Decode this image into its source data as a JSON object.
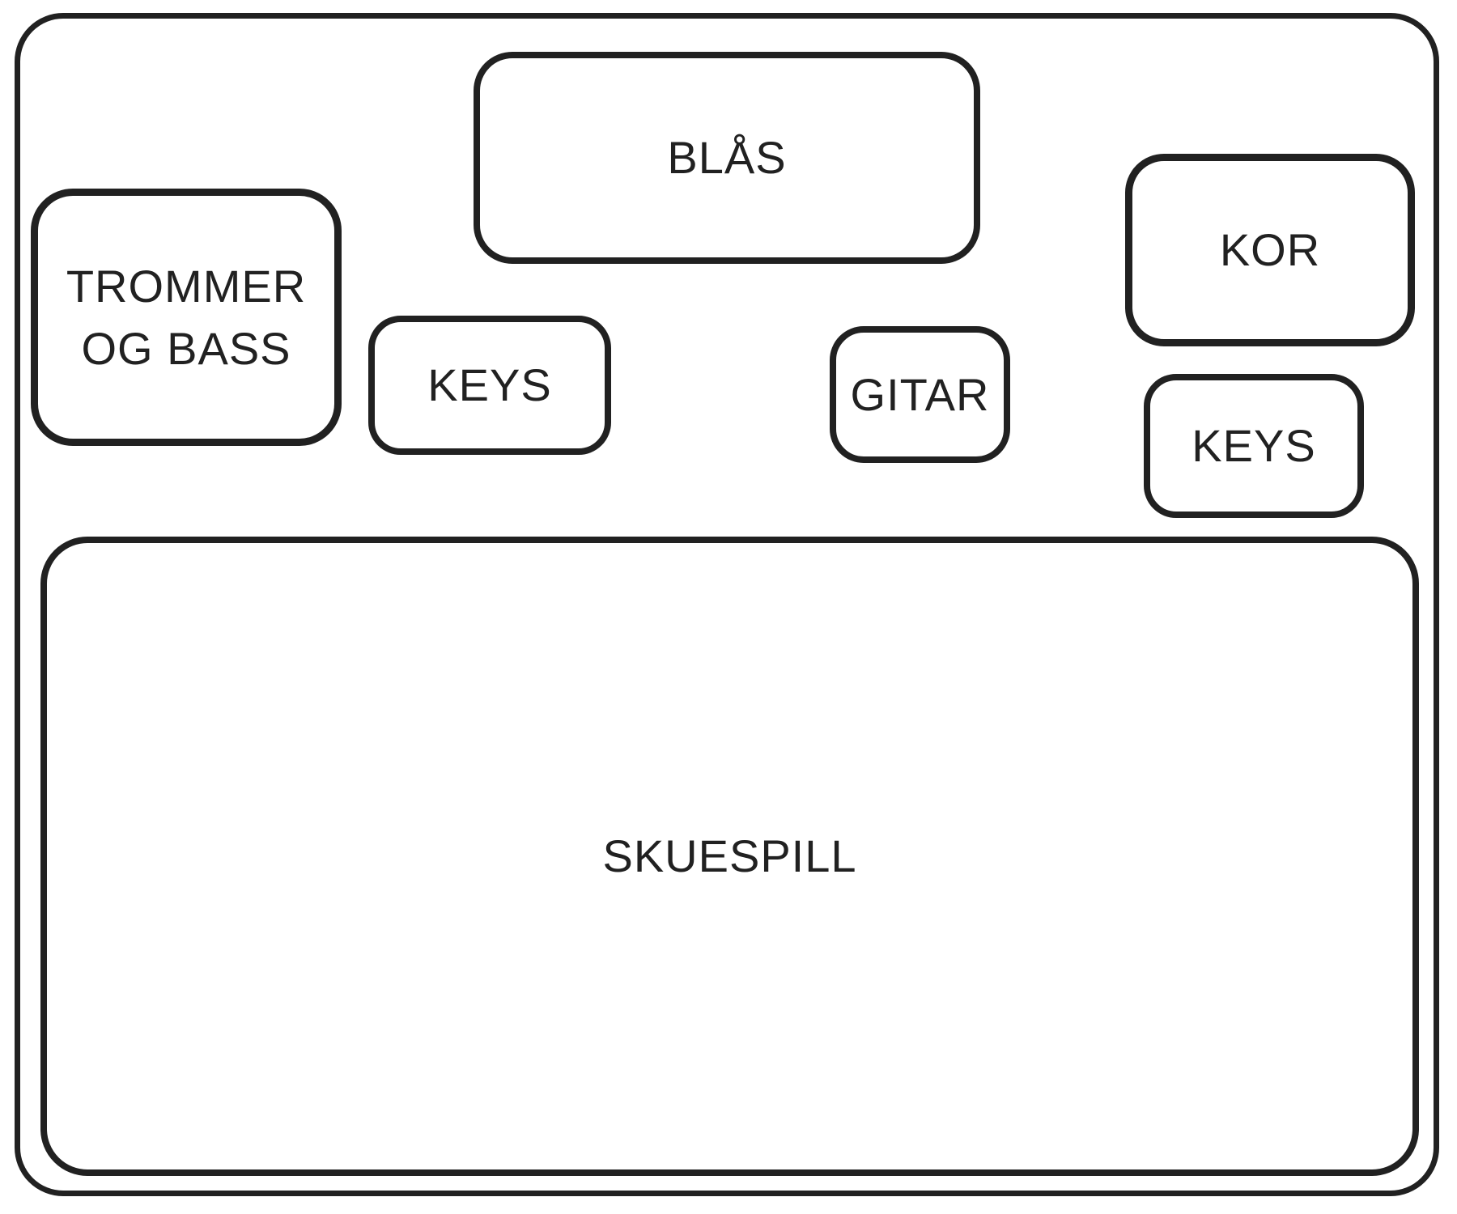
{
  "stage": {
    "colors": {
      "stroke": "#212121",
      "background": "#ffffff"
    },
    "areas": {
      "blas": {
        "label": "BLÅS"
      },
      "trommer_og_bass": {
        "label": "TROMMER\nOG BASS"
      },
      "keys_left": {
        "label": "KEYS"
      },
      "gitar": {
        "label": "GITAR"
      },
      "kor": {
        "label": "KOR"
      },
      "keys_right": {
        "label": "KEYS"
      },
      "skuespill": {
        "label": "SKUESPILL"
      }
    }
  }
}
